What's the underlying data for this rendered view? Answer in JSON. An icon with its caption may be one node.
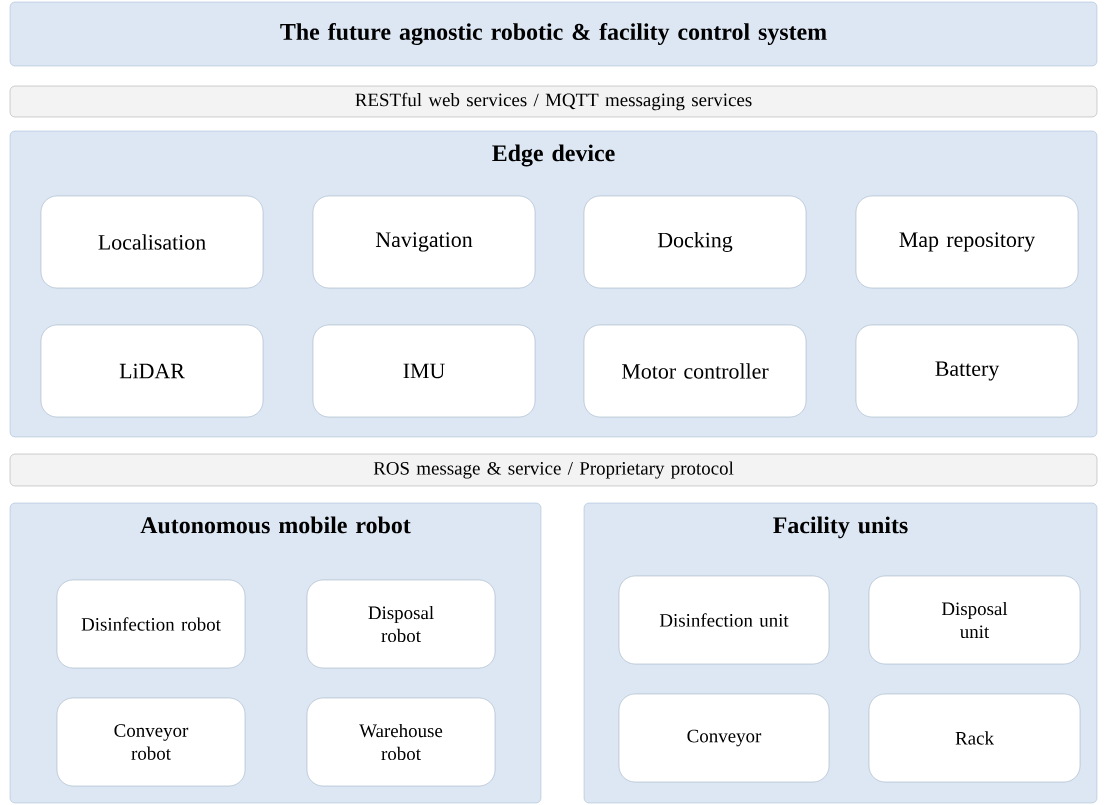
{
  "diagram": {
    "nodes": [
      {
        "text": [
          "The future agnostic robotic & facility control system"
        ]
      },
      {
        "text": [
          "RESTful web services / MQTT messaging services"
        ]
      },
      {
        "text": [
          "Edge device"
        ]
      },
      {
        "text": [
          "Localisation"
        ],
        "in": 2
      },
      {
        "text": [
          "Navigation"
        ],
        "in": 2
      },
      {
        "text": [
          "Docking"
        ],
        "in": 2
      },
      {
        "text": [
          "Map repository"
        ],
        "in": 2
      },
      {
        "text": [
          "LiDAR"
        ],
        "in": 2
      },
      {
        "text": [
          "IMU"
        ],
        "in": 2
      },
      {
        "text": [
          "Motor controller"
        ],
        "in": 2
      },
      {
        "text": [
          "Battery"
        ],
        "in": 2
      },
      {
        "text": [
          "ROS message & service / Proprietary protocol"
        ]
      },
      {
        "text": [
          "Autonomous mobile robot"
        ]
      },
      {
        "text": [
          "Disinfection robot"
        ],
        "in": 12
      },
      {
        "text": [
          "Disposal robot"
        ],
        "in": 12
      },
      {
        "text": [
          "Conveyor robot"
        ],
        "in": 12
      },
      {
        "text": [
          "Warehouse robot"
        ],
        "in": 12
      },
      {
        "text": [
          "Facility units"
        ]
      },
      {
        "text": [
          "Disinfection unit"
        ],
        "in": 17
      },
      {
        "text": [
          "Disposal unit"
        ],
        "in": 17
      },
      {
        "text": [
          "Conveyor"
        ],
        "in": 17
      },
      {
        "text": [
          "Rack"
        ],
        "in": 17
      }
    ]
  }
}
